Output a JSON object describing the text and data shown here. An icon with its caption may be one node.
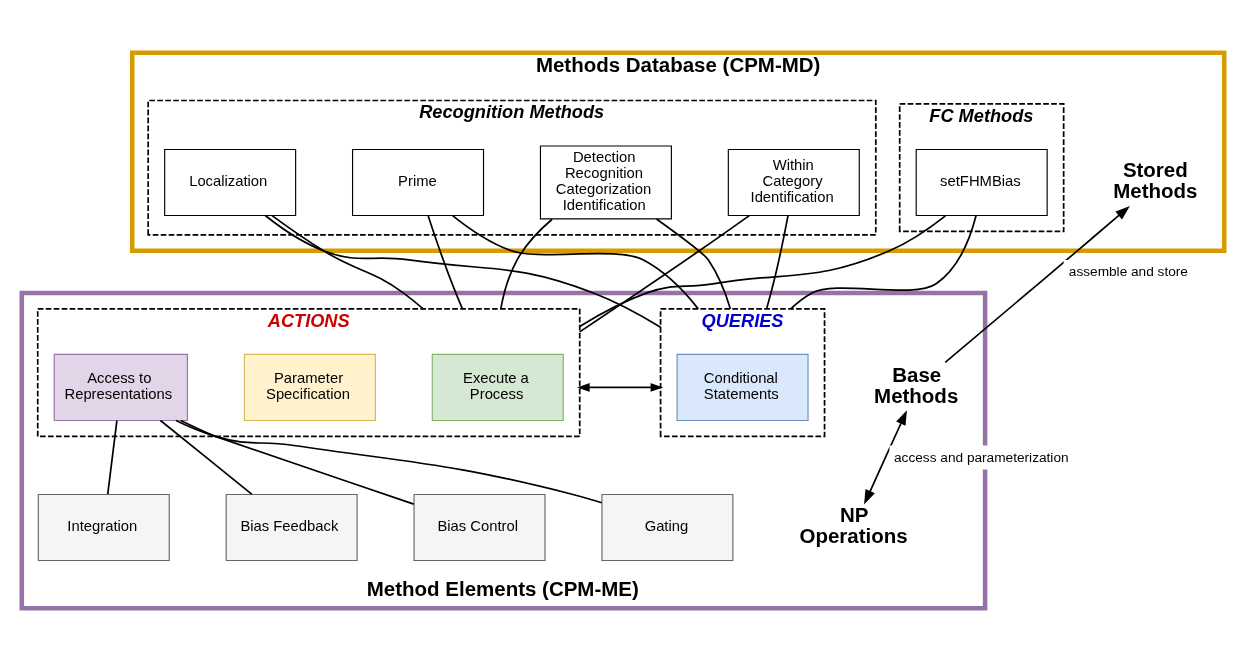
{
  "diagram": {
    "nodes": [
      {
        "text": [
          "Methods Database (CPM-MD)"
        ]
      },
      {
        "text": [
          "Recognition Methods"
        ],
        "in": 0
      },
      {
        "text": [
          "Localization"
        ],
        "in": 1
      },
      {
        "text": [
          "Prime"
        ],
        "in": 1
      },
      {
        "text": [
          "Detection Recognition Categorization Identification"
        ],
        "in": 1
      },
      {
        "text": [
          "Within Category Identification"
        ],
        "in": 1
      },
      {
        "text": [
          "FC Methods"
        ],
        "in": 0
      },
      {
        "text": [
          "setFHMBias"
        ],
        "in": 6
      },
      {
        "text": [
          "Method Elements (CPM-ME)"
        ]
      },
      {
        "text": [
          "ACTIONS"
        ],
        "in": 8
      },
      {
        "text": [
          "Execute a Process"
        ],
        "in": 9
      },
      {
        "text": [
          "Parameter Specification"
        ],
        "in": 9
      },
      {
        "text": [
          "Access to Representations"
        ],
        "in": 9
      },
      {
        "text": [
          "QUERIES"
        ],
        "in": 8
      },
      {
        "text": [
          "Conditional Statements"
        ],
        "in": 13
      },
      {
        "text": [
          "Integration"
        ],
        "in": 8
      },
      {
        "text": [
          "Bias Feedback"
        ],
        "in": 8
      },
      {
        "text": [
          "Bias Control"
        ],
        "in": 8
      },
      {
        "text": [
          "Gating"
        ],
        "in": 8
      },
      {
        "text": [
          "Stored Methods"
        ],
        "in": 0
      },
      {
        "text": [
          "Base Methods"
        ],
        "in": 8
      },
      {
        "text": [
          "NP Operations"
        ],
        "in": 8
      }
    ],
    "edges": [
      {
        "from": 2,
        "to": 9,
        "arrow": "none"
      },
      {
        "from": 2,
        "to": 13,
        "arrow": "none"
      },
      {
        "from": 3,
        "to": 9,
        "arrow": "none"
      },
      {
        "from": 3,
        "to": 13,
        "arrow": "none"
      },
      {
        "from": 4,
        "to": 9,
        "arrow": "none"
      },
      {
        "from": 4,
        "to": 13,
        "arrow": "none"
      },
      {
        "from": 5,
        "to": 9,
        "arrow": "none"
      },
      {
        "from": 5,
        "to": 13,
        "arrow": "none"
      },
      {
        "from": 7,
        "to": 9,
        "arrow": "none"
      },
      {
        "from": 7,
        "to": 13,
        "arrow": "none"
      },
      {
        "from": 9,
        "to": 13,
        "arrow": "both"
      },
      {
        "from": 12,
        "to": 15,
        "arrow": "none"
      },
      {
        "from": 12,
        "to": 16,
        "arrow": "none"
      },
      {
        "from": 12,
        "to": 17,
        "arrow": "none"
      },
      {
        "from": 12,
        "to": 18,
        "arrow": "none"
      },
      {
        "from": 20,
        "to": 19,
        "arrow": "to",
        "label": "assemble and store"
      },
      {
        "from": 20,
        "to": 21,
        "arrow": "both",
        "label": "access and parameterization"
      }
    ]
  }
}
